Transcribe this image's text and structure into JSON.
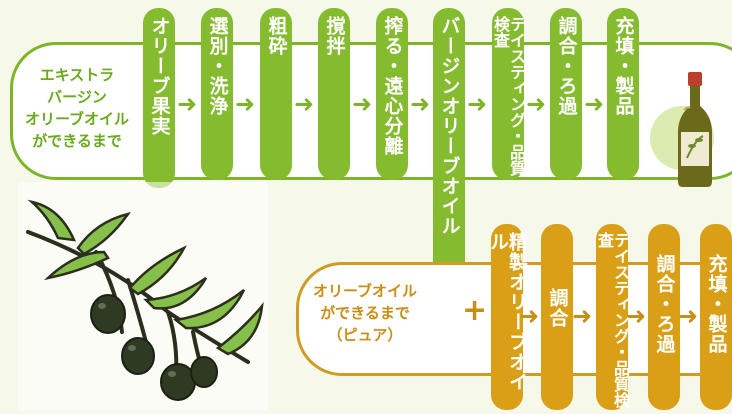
{
  "extra_virgin": {
    "title_lines": [
      "エキストラ",
      "バージン",
      "オリーブオイル",
      "ができるまで"
    ],
    "steps": [
      "オリーブ果実",
      "選別・洗浄",
      "粗砕",
      "撹拌",
      "搾る・遠心分離",
      "バージンオリーブオイル",
      "テイスティング・品質検査",
      "調合・ろ過",
      "充填・製品"
    ]
  },
  "pure": {
    "title_lines": [
      "オリーブオイル",
      "ができるまで",
      "（ピュア）"
    ],
    "plus": "+",
    "steps": [
      "精製オリーブオイル",
      "調合",
      "テイスティング・品質検査",
      "調合・ろ過",
      "充填・製品"
    ]
  },
  "colors": {
    "green": "#85bb2f",
    "gold": "#d9a017",
    "background": "#f6f8ea"
  },
  "icons": [
    "arrow-right-icon",
    "olive-oil-bottle-icon",
    "olive-branch-illustration"
  ]
}
